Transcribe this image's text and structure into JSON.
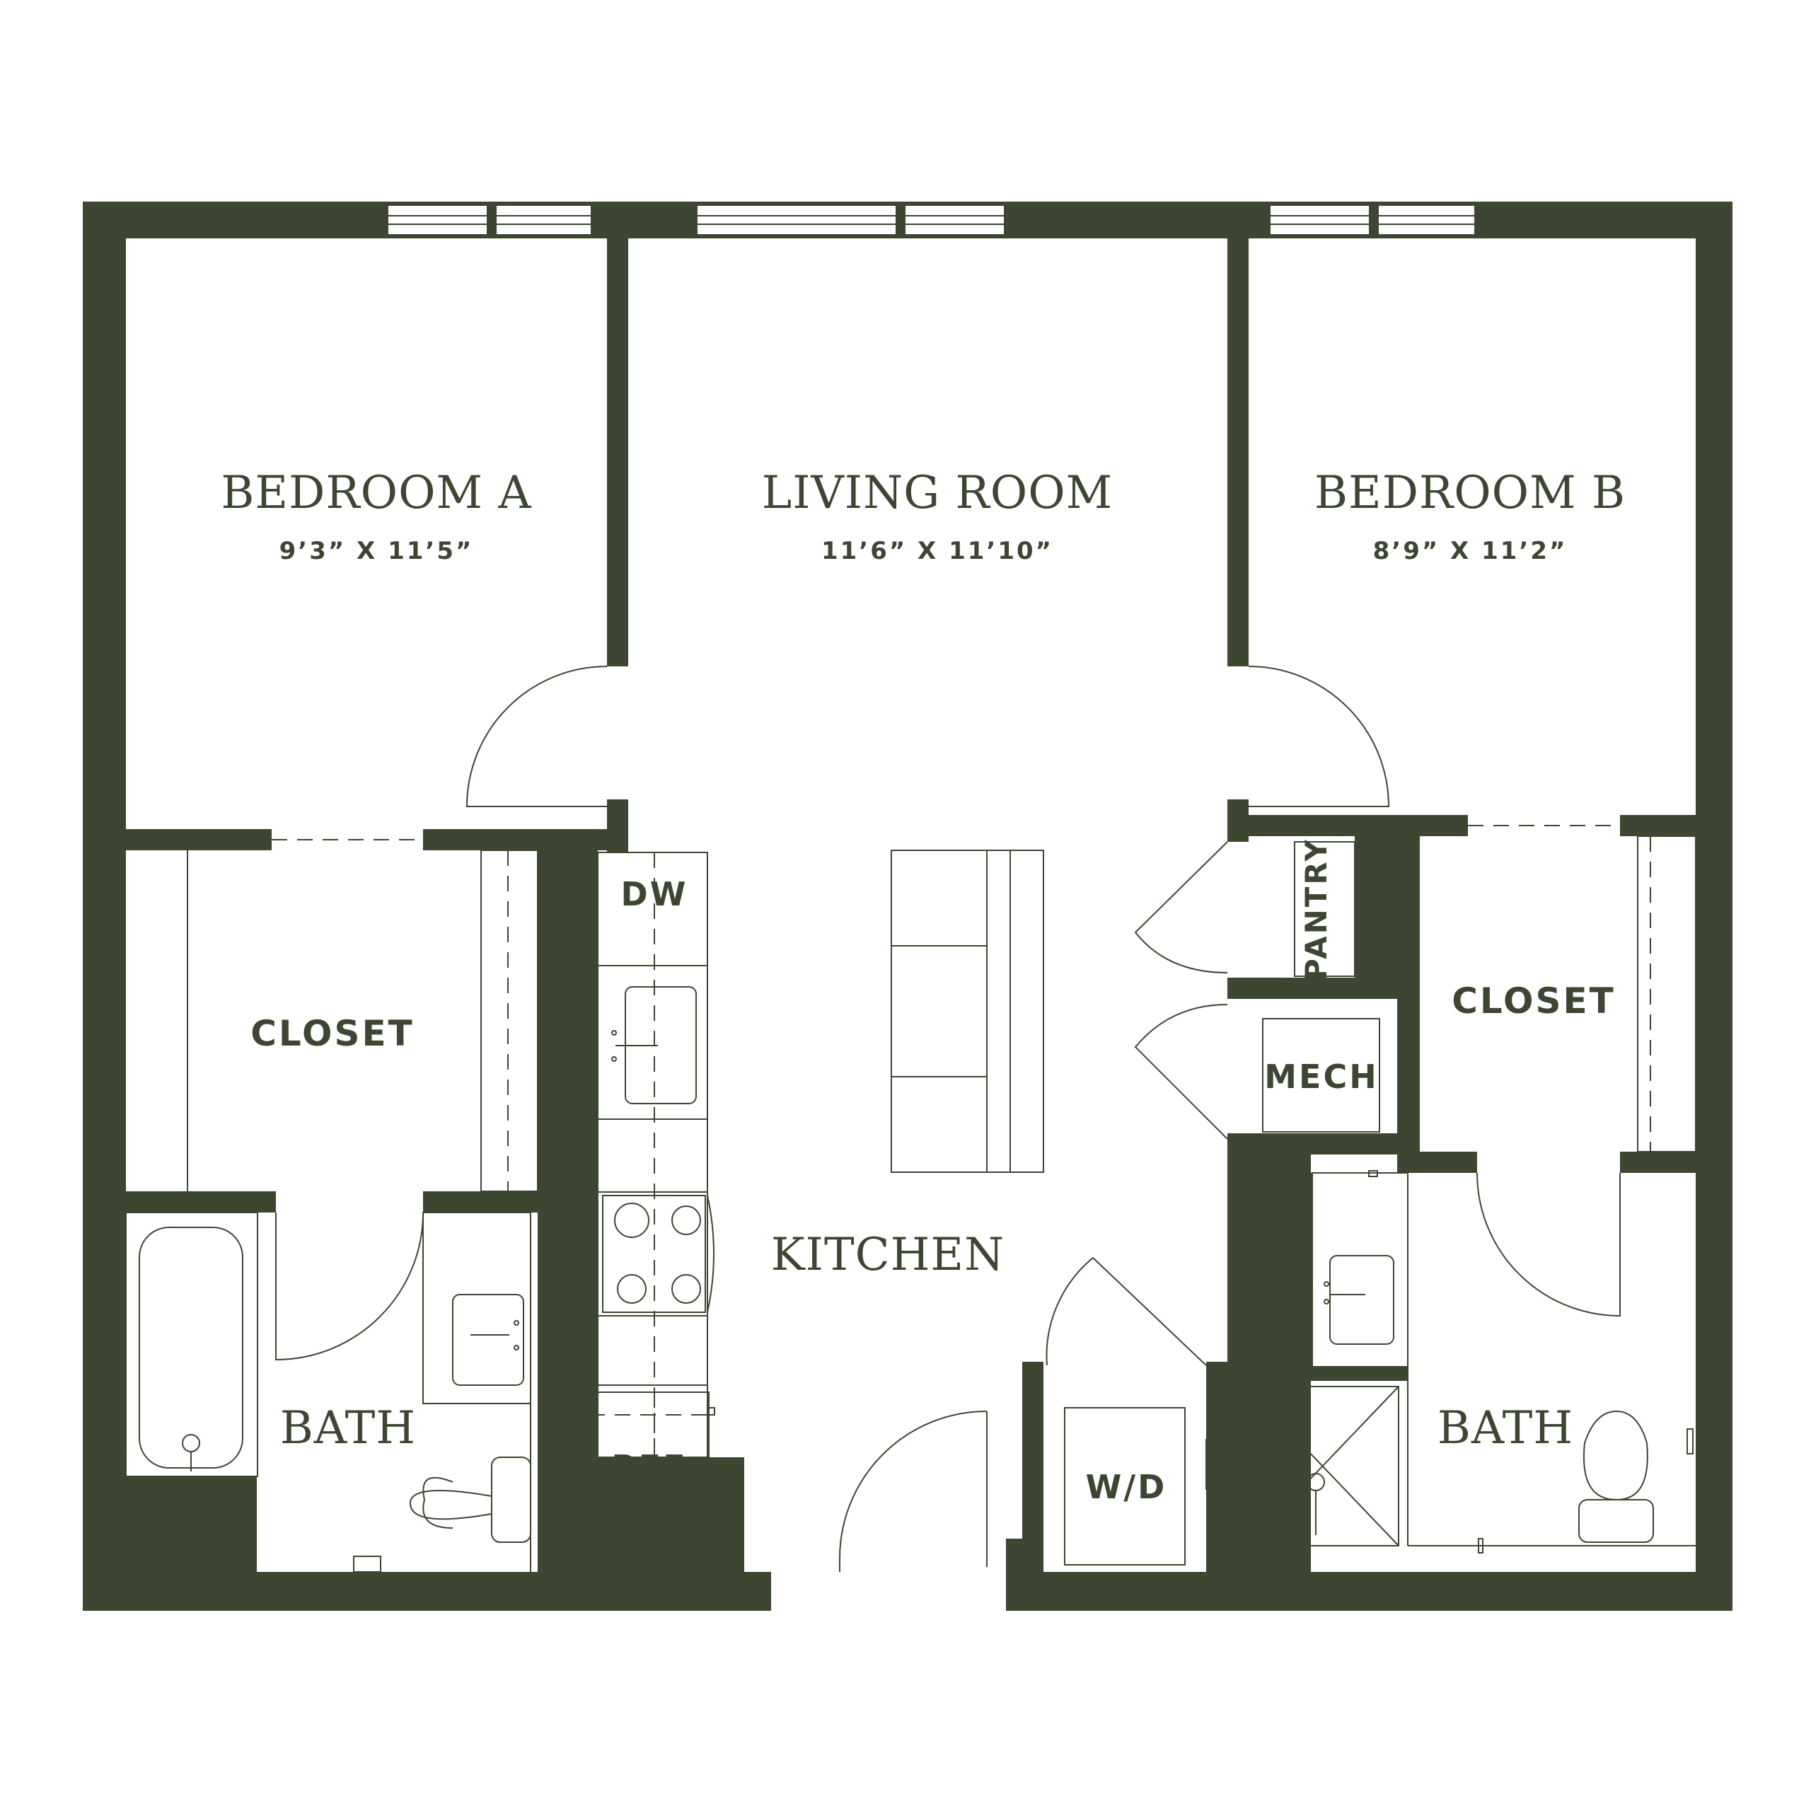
{
  "colors": {
    "wall": "#3c4631",
    "background": "#ffffff"
  },
  "rooms": {
    "bedroom_a": {
      "name": "BEDROOM A",
      "dims": "9’3” X 11’5”"
    },
    "living_room": {
      "name": "LIVING ROOM",
      "dims": "11’6” X 11’10”"
    },
    "bedroom_b": {
      "name": "BEDROOM B",
      "dims": "8’9” X 11’2”"
    },
    "kitchen": {
      "name": "KITCHEN"
    },
    "bath_left": {
      "name": "BATH"
    },
    "bath_right": {
      "name": "BATH"
    },
    "closet_left": {
      "name": "CLOSET"
    },
    "closet_right": {
      "name": "CLOSET"
    }
  },
  "fixtures": {
    "dishwasher": "DW",
    "refrigerator": "REF",
    "washer_dryer": "W/D",
    "mechanical": "MECH",
    "pantry": "PANTRY"
  }
}
